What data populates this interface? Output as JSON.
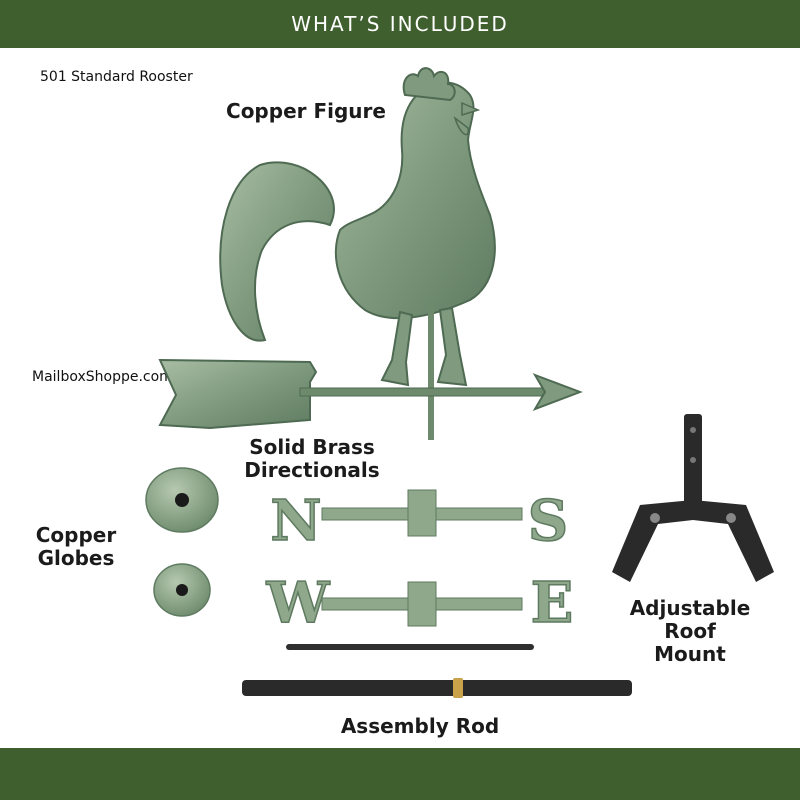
{
  "header": {
    "title": "WHAT’S INCLUDED"
  },
  "meta": {
    "model": "501 Standard Rooster",
    "site": "MailboxShoppe.com"
  },
  "labels": {
    "copper_figure": "Copper Figure",
    "directionals_line1": "Solid Brass",
    "directionals_line2": "Directionals",
    "globes_line1": "Copper",
    "globes_line2": "Globes",
    "mount_line1": "Adjustable",
    "mount_line2": "Roof",
    "mount_line3": "Mount",
    "assembly_rod": "Assembly Rod"
  },
  "directional_letters": {
    "n": "N",
    "s": "S",
    "w": "W",
    "e": "E"
  },
  "colors": {
    "banner": "#3f5f2f",
    "patina": "#8fa88c",
    "patina_dark": "#5e7a60",
    "metal_black": "#2a2a2a",
    "brass": "#c9a24a"
  }
}
